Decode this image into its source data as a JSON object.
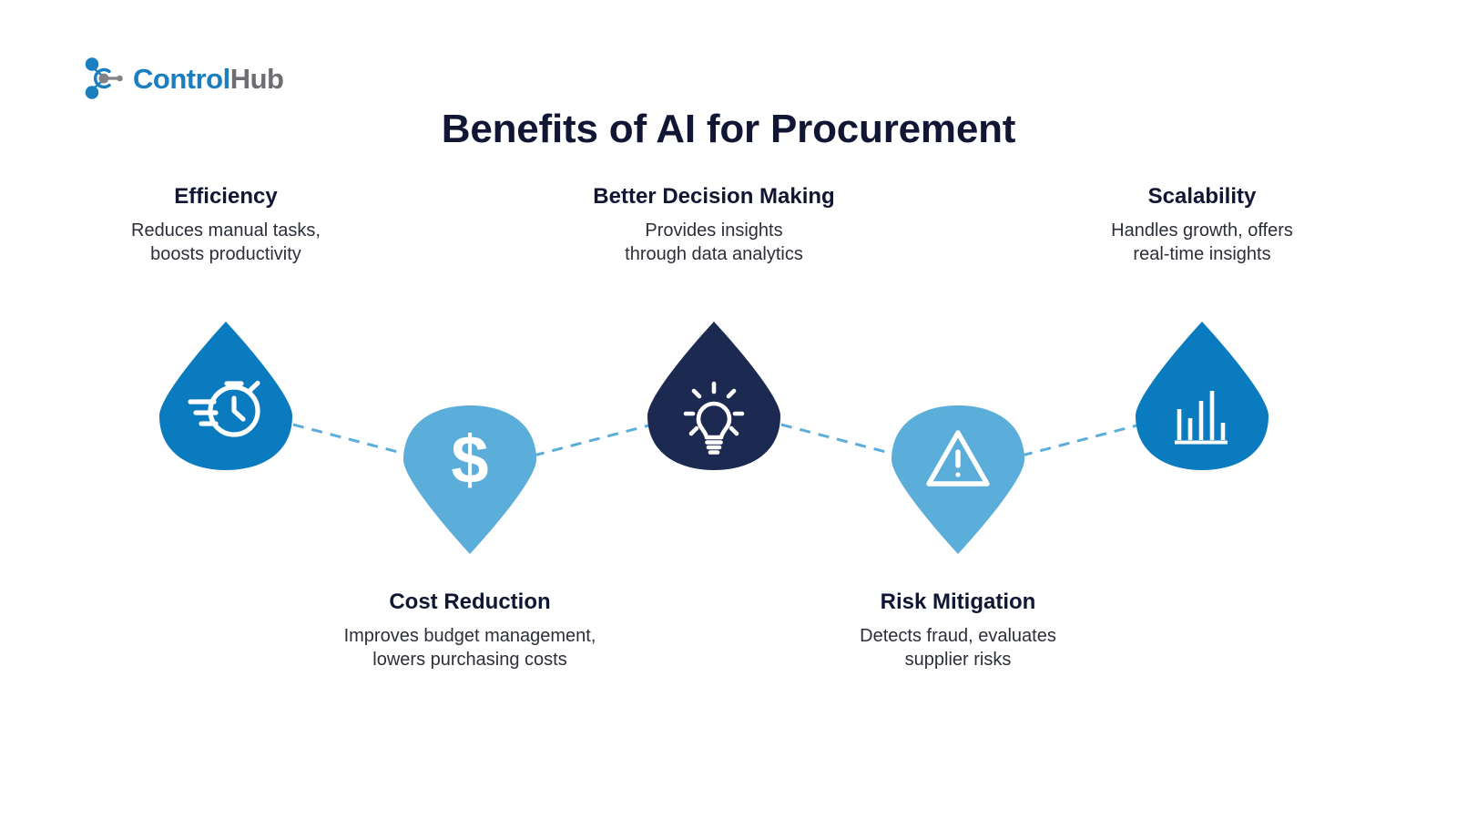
{
  "brand": {
    "logo_icon": "controlhub-node-icon",
    "name_primary": "Control",
    "name_secondary": "Hub"
  },
  "header": {
    "title": "Benefits of AI for Procurement"
  },
  "colors": {
    "blue_medium": "#0B7BBF",
    "blue_light": "#5BADDA",
    "navy_dark": "#1C2A51",
    "title_text": "#101633",
    "body_text": "#2c2f38",
    "connector": "#5BADDA",
    "background": "#FFFFFF"
  },
  "chart_data": {
    "type": "diagram",
    "title": "Benefits of AI for Procurement",
    "layout": "zigzag-connected-pins",
    "node_count": 5
  },
  "nodes": [
    {
      "id": "efficiency",
      "title": "Efficiency",
      "desc_line1": "Reduces manual tasks,",
      "desc_line2": "boosts productivity",
      "icon": "stopwatch-icon",
      "pin_color": "#0B7BBF",
      "orientation": "up"
    },
    {
      "id": "cost-reduction",
      "title": "Cost Reduction",
      "desc_line1": "Improves budget management,",
      "desc_line2": "lowers purchasing costs",
      "icon": "dollar-sign-icon",
      "pin_color": "#5BADDA",
      "orientation": "down"
    },
    {
      "id": "better-decision-making",
      "title": "Better Decision Making",
      "desc_line1": "Provides insights",
      "desc_line2": "through data analytics",
      "icon": "lightbulb-icon",
      "pin_color": "#1C2A51",
      "orientation": "up"
    },
    {
      "id": "risk-mitigation",
      "title": "Risk Mitigation",
      "desc_line1": "Detects fraud, evaluates",
      "desc_line2": "supplier risks",
      "icon": "warning-triangle-icon",
      "pin_color": "#5BADDA",
      "orientation": "down"
    },
    {
      "id": "scalability",
      "title": "Scalability",
      "desc_line1": "Handles growth, offers",
      "desc_line2": "real-time insights",
      "icon": "bar-chart-icon",
      "pin_color": "#0B7BBF",
      "orientation": "up"
    }
  ]
}
